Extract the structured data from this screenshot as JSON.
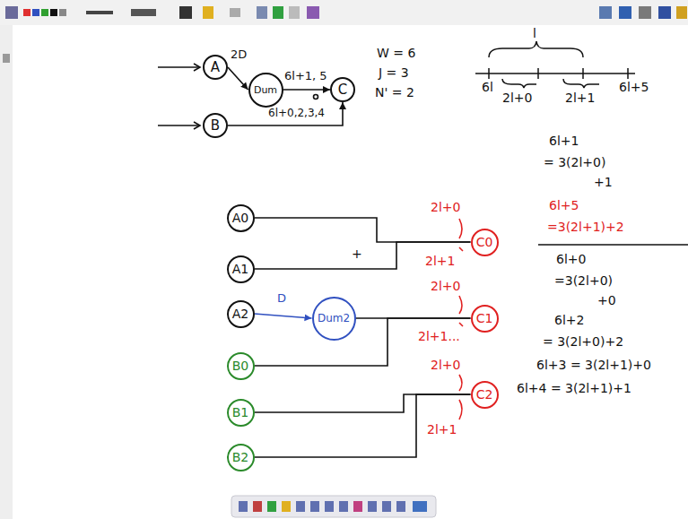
{
  "diagram": {
    "nodes": [
      {
        "text": [
          "A"
        ]
      },
      {
        "text": [
          "Dum"
        ]
      },
      {
        "text": [
          "C"
        ]
      },
      {
        "text": [
          "B"
        ]
      },
      {
        "text": [
          "A0"
        ]
      },
      {
        "text": [
          "A1"
        ]
      },
      {
        "text": [
          "A2"
        ]
      },
      {
        "text": [
          "Dum2"
        ]
      },
      {
        "text": [
          "B0"
        ]
      },
      {
        "text": [
          "B1"
        ]
      },
      {
        "text": [
          "B2"
        ]
      },
      {
        "text": [
          "C0"
        ]
      },
      {
        "text": [
          "C1"
        ]
      },
      {
        "text": [
          "C2"
        ]
      }
    ],
    "edges": [
      {
        "from": 0,
        "to": 1,
        "label": "2D",
        "arrow": "to"
      },
      {
        "from": 1,
        "to": 2,
        "label": "6l+1, 5",
        "arrow": "to"
      },
      {
        "from": 3,
        "to": 2,
        "label": "6l+0,2,3,4",
        "arrow": "to"
      },
      {
        "from": 6,
        "to": 7,
        "label": "D",
        "arrow": "to"
      },
      {
        "from": 4,
        "to": 11,
        "arrow": "none"
      },
      {
        "from": 5,
        "to": 11,
        "arrow": "none"
      },
      {
        "from": 7,
        "to": 12,
        "arrow": "none"
      },
      {
        "from": 8,
        "to": 12,
        "arrow": "none"
      },
      {
        "from": 9,
        "to": 13,
        "arrow": "none"
      },
      {
        "from": 10,
        "to": 13,
        "arrow": "none"
      }
    ],
    "labels": [
      "W = 6",
      "J = 3",
      "N' = 2",
      "l",
      "6l",
      "2l+0",
      "2l+1",
      "6l+5",
      "+",
      "2l+0",
      "2l+1",
      "2l+0",
      "2l+1...",
      "2l+0",
      "2l+1",
      "6l+1",
      "= 3(2l+0)",
      "+1",
      "6l+5",
      "=3(2l+1)+2",
      "6l+0",
      "=3(2l+0)",
      "+0",
      "6l+2",
      "= 3(2l+0)+2",
      "6l+3 = 3(2l+1)+0",
      "6l+4 = 3(2l+1)+1"
    ]
  }
}
